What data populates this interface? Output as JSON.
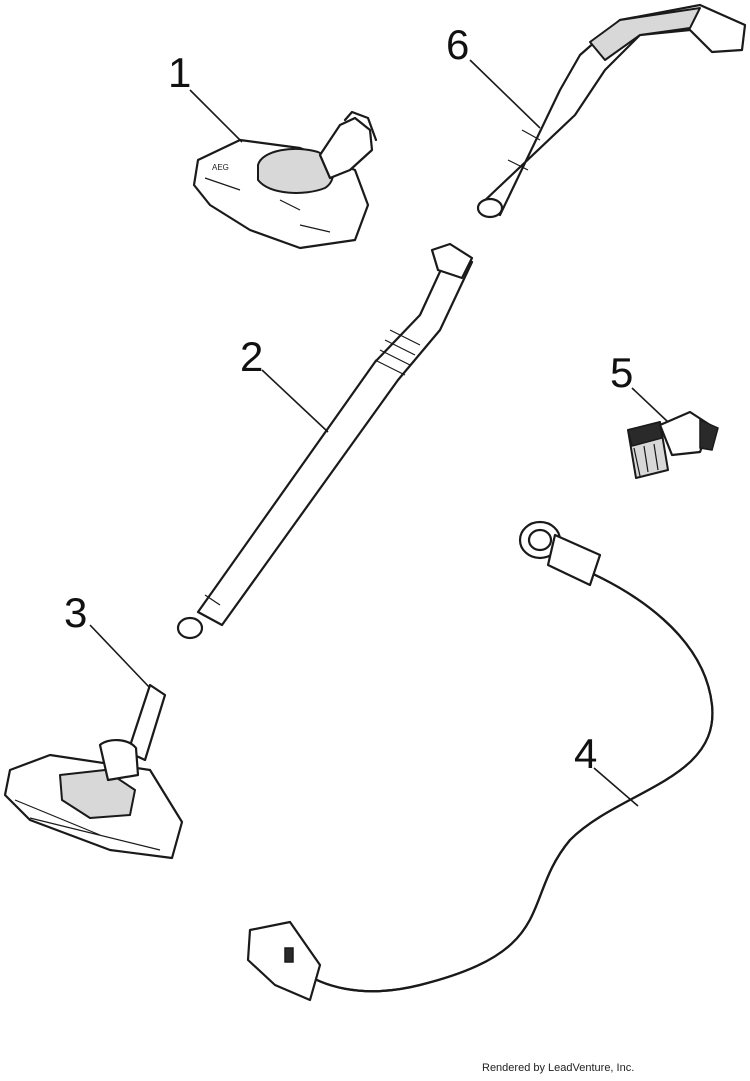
{
  "parts": [
    {
      "id": "turbo-brush",
      "callout": "1"
    },
    {
      "id": "telescopic-tube",
      "callout": "2"
    },
    {
      "id": "floor-nozzle",
      "callout": "3"
    },
    {
      "id": "hose",
      "callout": "4"
    },
    {
      "id": "dusting-brush",
      "callout": "5"
    },
    {
      "id": "handle",
      "callout": "6"
    }
  ],
  "footer": "Rendered by LeadVenture, Inc."
}
